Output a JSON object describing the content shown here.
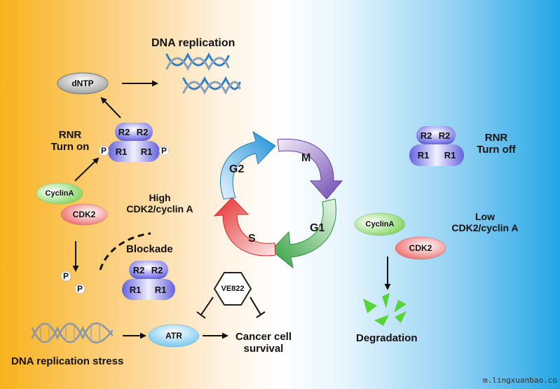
{
  "title_dna_replication": "DNA replication",
  "dntp": "dNTP",
  "rnr_on": {
    "line1": "RNR",
    "line2": "Turn on"
  },
  "rnr_off": {
    "line1": "RNR",
    "line2": "Turn off"
  },
  "r2": "R2",
  "r1": "R1",
  "p": "P",
  "cyclin_a": "CyclinA",
  "cdk2": "CDK2",
  "high_label": {
    "line1": "High",
    "line2": "CDK2/cyclin A"
  },
  "low_label": {
    "line1": "Low",
    "line2": "CDK2/cyclin A"
  },
  "blockade": "Blockade",
  "ve822": "VE822",
  "atr": "ATR",
  "cancer_survival": {
    "line1": "Cancer cell",
    "line2": "survival"
  },
  "dna_stress": "DNA replication stress",
  "degradation": "Degradation",
  "cell_cycle": {
    "g2": "G2",
    "m": "M",
    "g1": "G1",
    "s": "S"
  },
  "watermark": "m.lingxuanbao.co",
  "colors": {
    "left_gradient": "#f8b21c",
    "right_gradient": "#22a6e6",
    "rnr_subunit": "#7b78e6",
    "cyclin_a": "#8fdc6f",
    "cdk2": "#ee7070",
    "atr": "#7ecbf2",
    "arrow_g2": "#1c8fd6",
    "arrow_m": "#7d58b8",
    "arrow_g1": "#38a845",
    "arrow_s": "#ea3b3b",
    "degradation": "#55d23a"
  }
}
